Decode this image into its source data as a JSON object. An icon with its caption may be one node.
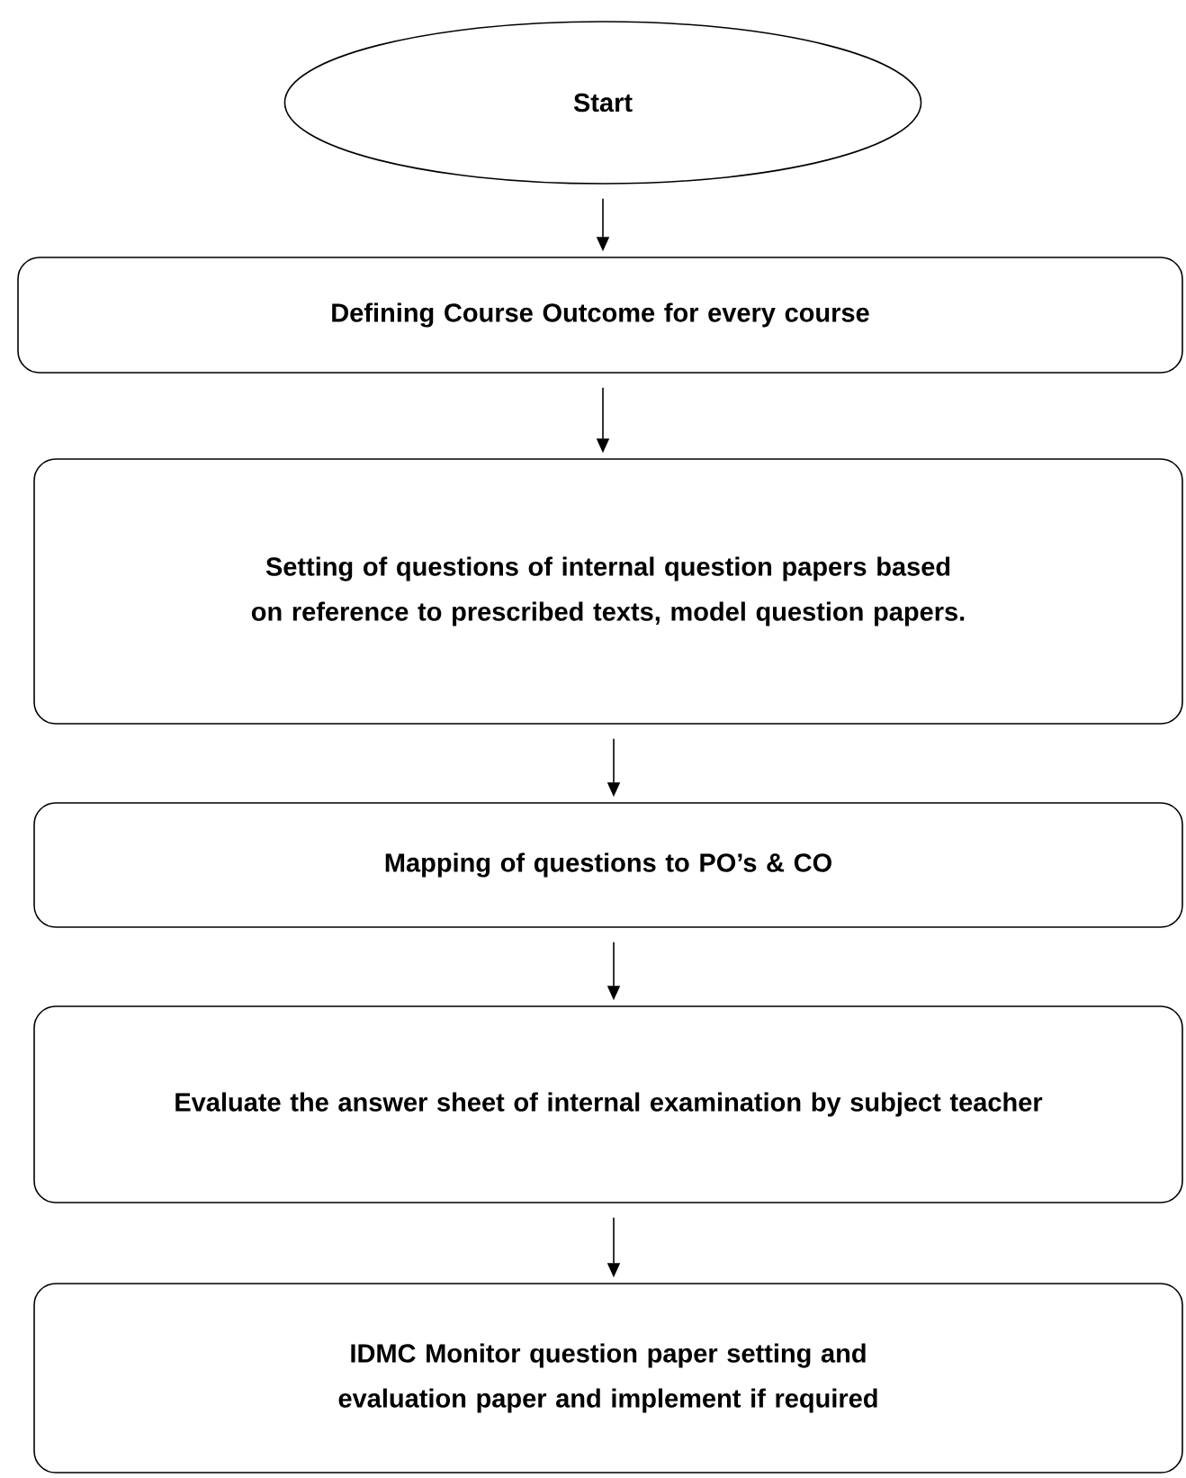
{
  "diagram": {
    "nodes": [
      {
        "text": [
          "Start"
        ]
      },
      {
        "text": [
          "Defining Course Outcome for every course"
        ]
      },
      {
        "text": [
          "Setting of questions of internal question papers based on reference to prescribed texts, model question papers."
        ]
      },
      {
        "text": [
          "Mapping of questions to PO’s & CO"
        ]
      },
      {
        "text": [
          "Evaluate the answer sheet of internal examination by subject teacher"
        ]
      },
      {
        "text": [
          "IDMC Monitor question paper setting and evaluation paper and implement if required"
        ]
      }
    ],
    "edges": [
      {
        "from": 0,
        "to": 1,
        "arrow": "to"
      },
      {
        "from": 1,
        "to": 2,
        "arrow": "to"
      },
      {
        "from": 2,
        "to": 3,
        "arrow": "to"
      },
      {
        "from": 3,
        "to": 4,
        "arrow": "to"
      },
      {
        "from": 4,
        "to": 5,
        "arrow": "to"
      }
    ]
  }
}
